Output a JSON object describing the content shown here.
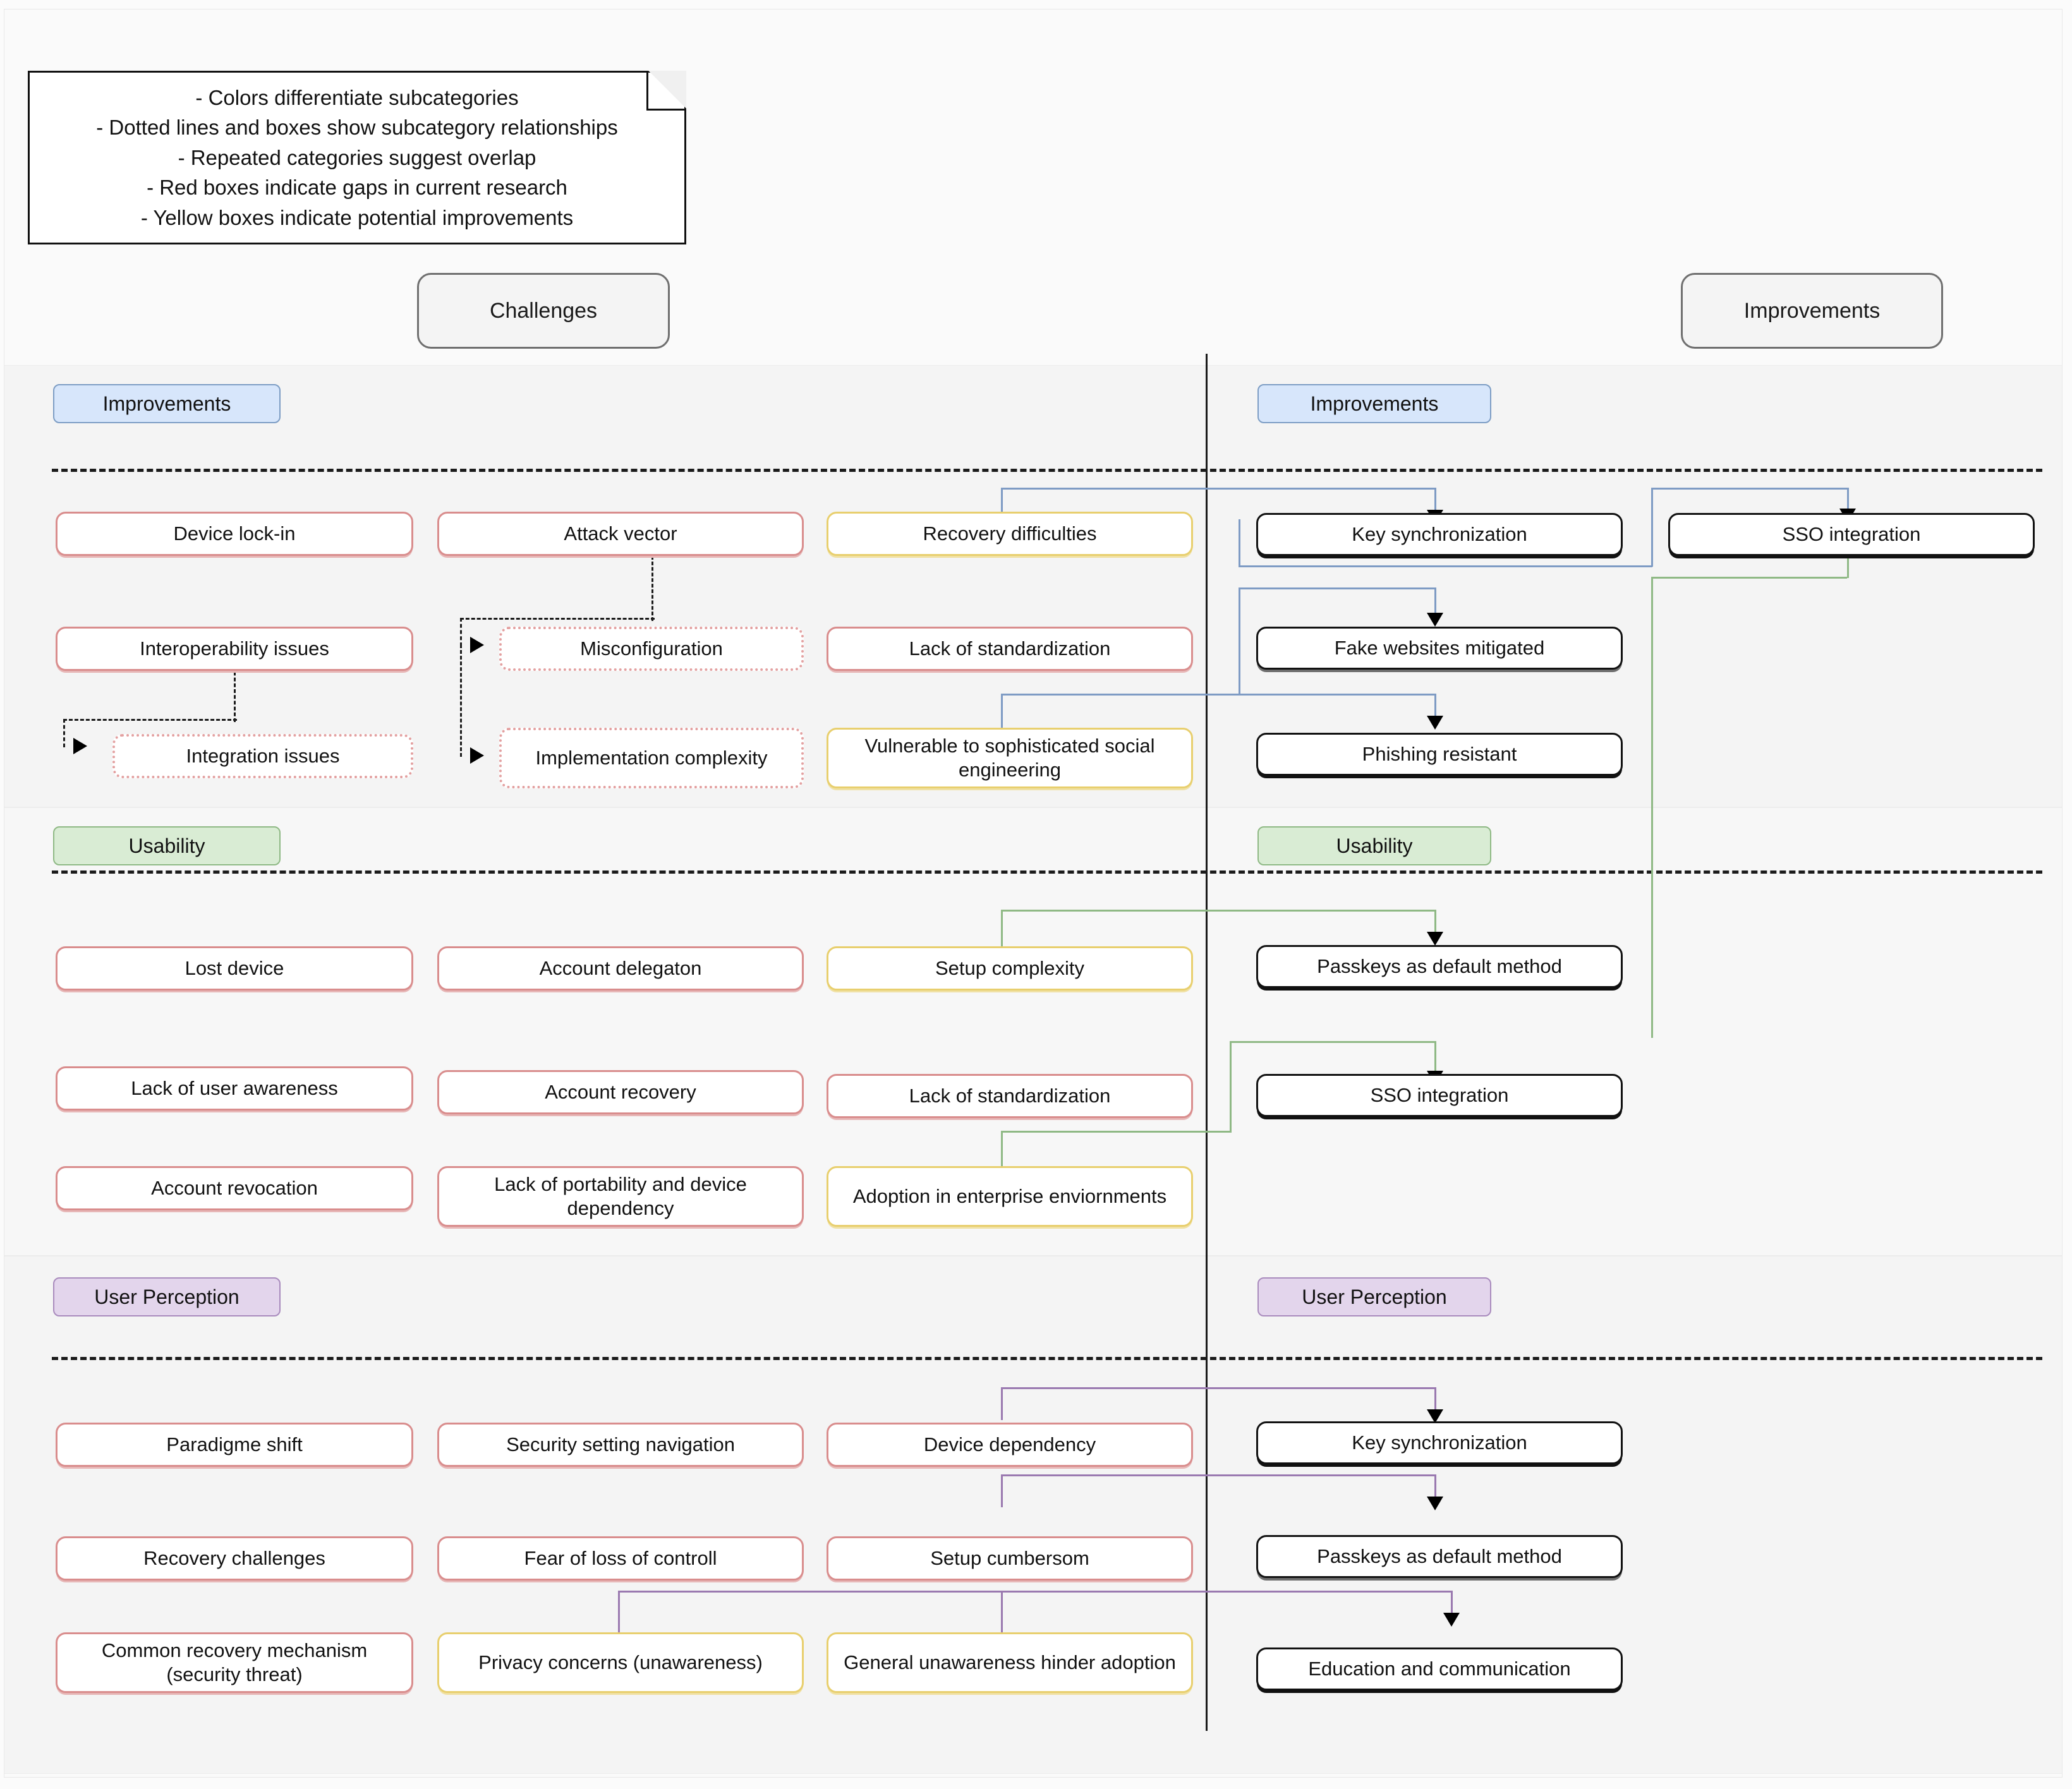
{
  "legend": {
    "lines": [
      "- Colors differentiate subcategories",
      "- Dotted lines and boxes show subcategory relationships",
      "- Repeated categories suggest overlap",
      "- Red boxes indicate gaps in current research",
      "- Yellow boxes indicate potential improvements"
    ]
  },
  "top_headers": {
    "left": "Challenges",
    "right": "Improvements"
  },
  "colors": {
    "gap_red": "#d98d8d",
    "improvement_yellow": "#e8cf6e",
    "solution_black": "#111111",
    "chip_blue": "#d7e6fb",
    "chip_green": "#d9ecd4",
    "chip_purple": "#e3d5ec",
    "connector_blue": "#7e9bc4",
    "connector_green": "#8fb985",
    "connector_purple": "#9a79b0"
  },
  "sections": [
    {
      "id": "improvements",
      "chip_left": "Improvements",
      "chip_right": "Improvements",
      "challenges": [
        {
          "label": "Device lock-in",
          "style": "red"
        },
        {
          "label": "Attack vector",
          "style": "red"
        },
        {
          "label": "Recovery difficulties",
          "style": "yellow"
        },
        {
          "label": "Interoperability issues",
          "style": "red"
        },
        {
          "label": "Misconfiguration",
          "style": "reddot"
        },
        {
          "label": "Lack of standardization",
          "style": "red"
        },
        {
          "label": "Integration issues",
          "style": "reddot"
        },
        {
          "label": "Implementation complexity",
          "style": "reddot"
        },
        {
          "label": "Vulnerable to sophisticated social engineering",
          "style": "yellow"
        }
      ],
      "improvements": [
        {
          "label": "Key synchronization",
          "style": "solid"
        },
        {
          "label": "SSO integration",
          "style": "solid"
        },
        {
          "label": "Fake websites mitigated",
          "style": "solidgray"
        },
        {
          "label": "Phishing resistant",
          "style": "solid"
        }
      ]
    },
    {
      "id": "usability",
      "chip_left": "Usability",
      "chip_right": "Usability",
      "challenges": [
        {
          "label": "Lost device",
          "style": "red"
        },
        {
          "label": "Account delegaton",
          "style": "red"
        },
        {
          "label": "Setup complexity",
          "style": "yellow"
        },
        {
          "label": "Lack of user awareness",
          "style": "red"
        },
        {
          "label": "Account recovery",
          "style": "red"
        },
        {
          "label": "Lack of standardization",
          "style": "red"
        },
        {
          "label": "Account revocation",
          "style": "red"
        },
        {
          "label": "Lack of portability and device dependency",
          "style": "red"
        },
        {
          "label": "Adoption in enterprise enviornments",
          "style": "yellow"
        }
      ],
      "improvements": [
        {
          "label": "Passkeys as default method",
          "style": "solid"
        },
        {
          "label": "SSO integration",
          "style": "solid"
        }
      ]
    },
    {
      "id": "user-perception",
      "chip_left": "User Perception",
      "chip_right": "User Perception",
      "challenges": [
        {
          "label": "Paradigme shift",
          "style": "red"
        },
        {
          "label": "Security setting navigation",
          "style": "red"
        },
        {
          "label": "Device dependency",
          "style": "red"
        },
        {
          "label": "Recovery challenges",
          "style": "red"
        },
        {
          "label": "Fear of loss of controll",
          "style": "red"
        },
        {
          "label": "Setup cumbersom",
          "style": "red"
        },
        {
          "label": "Common recovery mechanism (security threat)",
          "style": "red"
        },
        {
          "label": "Privacy concerns (unawareness)",
          "style": "yellow"
        },
        {
          "label": "General unawareness hinder adoption",
          "style": "yellow"
        }
      ],
      "improvements": [
        {
          "label": "Key synchronization",
          "style": "solid"
        },
        {
          "label": "Passkeys as default method",
          "style": "solidgray"
        },
        {
          "label": "Education and communication",
          "style": "solid"
        }
      ]
    }
  ]
}
